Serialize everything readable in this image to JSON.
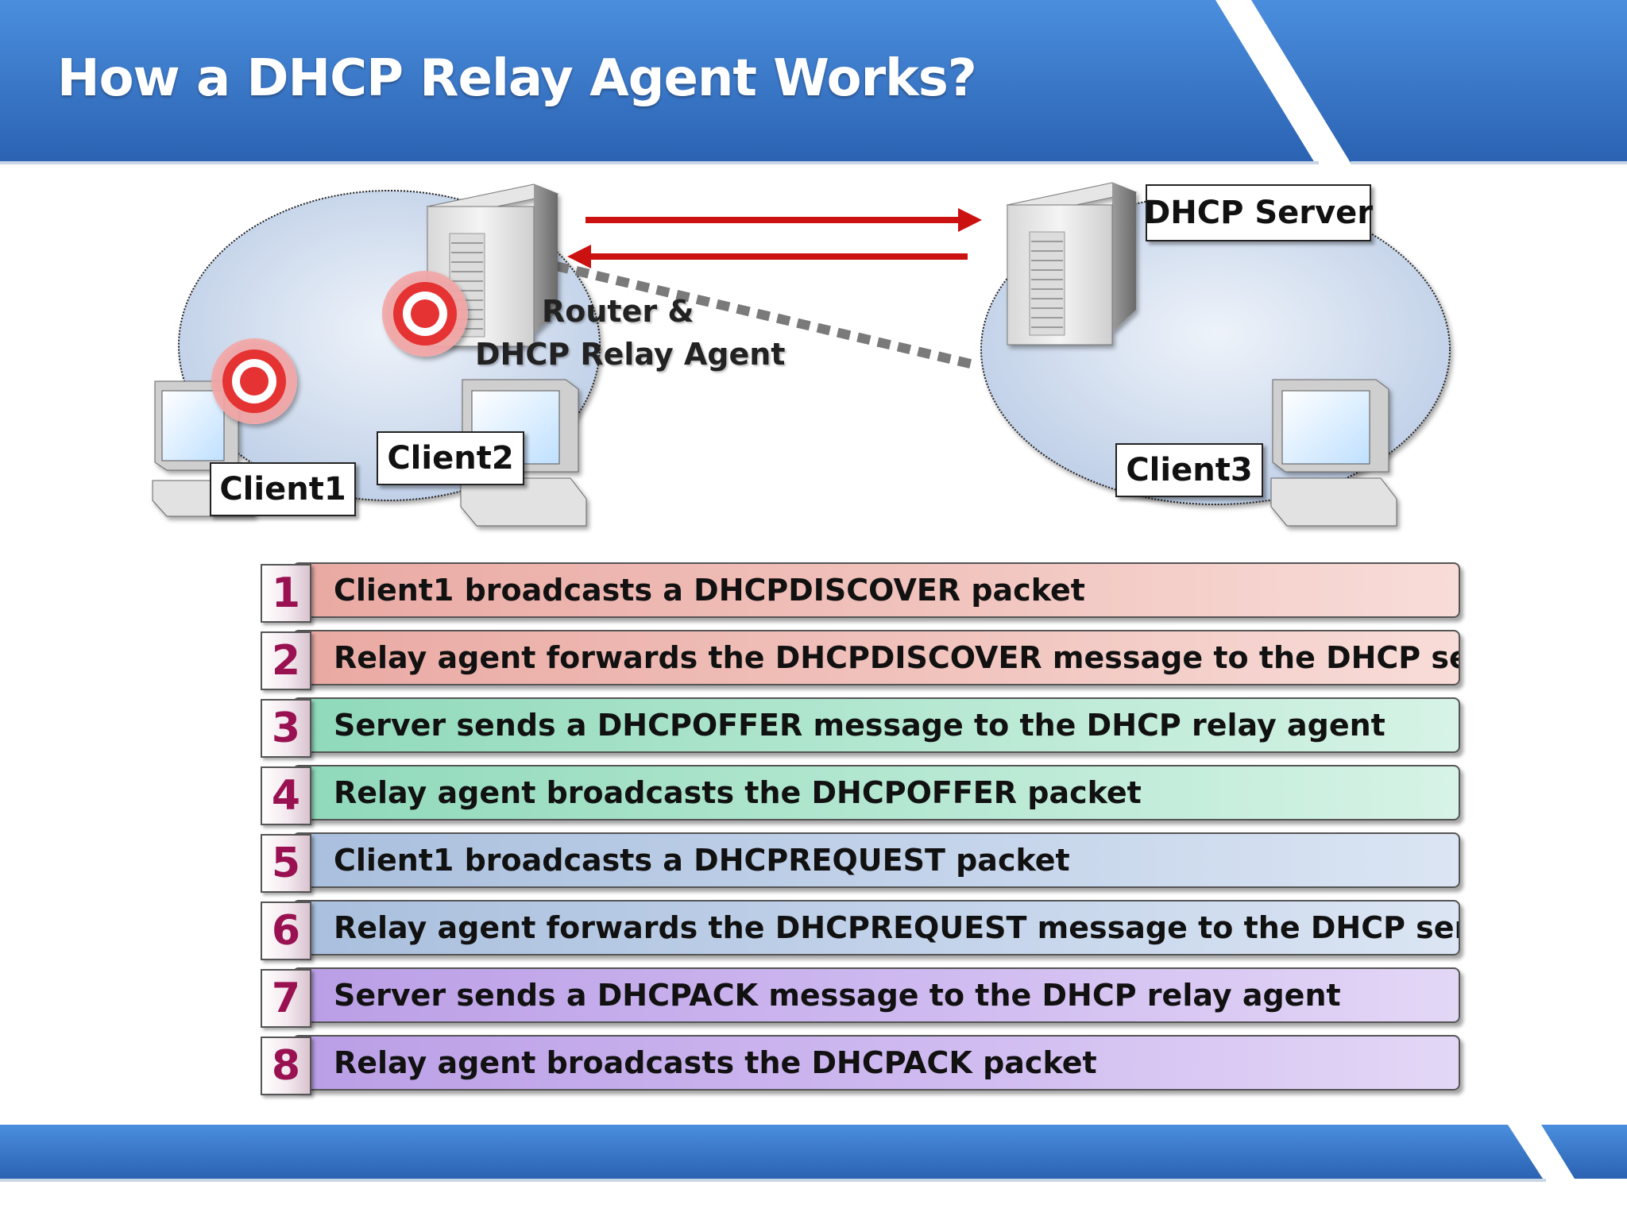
{
  "title": "How a DHCP Relay Agent Works?",
  "diagram": {
    "router_label_line1": "Router &",
    "router_label_line2": "DHCP Relay Agent",
    "server_label": "DHCP Server",
    "client1_label": "Client1",
    "client2_label": "Client2",
    "client3_label": "Client3"
  },
  "steps": [
    {
      "num": "1",
      "text": "Client1 broadcasts a DHCPDISCOVER packet",
      "color": "#eaa9a3"
    },
    {
      "num": "2",
      "text": "Relay agent forwards the DHCPDISCOVER message to the DHCP server",
      "color": "#eaa9a3"
    },
    {
      "num": "3",
      "text": "Server sends a DHCPOFFER message to the DHCP relay agent",
      "color": "#8fd9ba"
    },
    {
      "num": "4",
      "text": "Relay agent broadcasts the DHCPOFFER packet",
      "color": "#8fd9ba"
    },
    {
      "num": "5",
      "text": "Client1 broadcasts a DHCPREQUEST packet",
      "color": "#a9bfdd"
    },
    {
      "num": "6",
      "text": "Relay agent forwards the DHCPREQUEST message to the DHCP server",
      "color": "#a9bfdd"
    },
    {
      "num": "7",
      "text": "Server sends a DHCPACK message to the DHCP relay agent",
      "color": "#ba9ee6"
    },
    {
      "num": "8",
      "text": "Relay agent broadcasts the DHCPACK packet",
      "color": "#ba9ee6"
    }
  ],
  "colors": {
    "header_blue": "#3f7fd0",
    "arrow_red": "#cc1111",
    "number_color": "#9a1152",
    "network_fill": "#dce6f4"
  }
}
